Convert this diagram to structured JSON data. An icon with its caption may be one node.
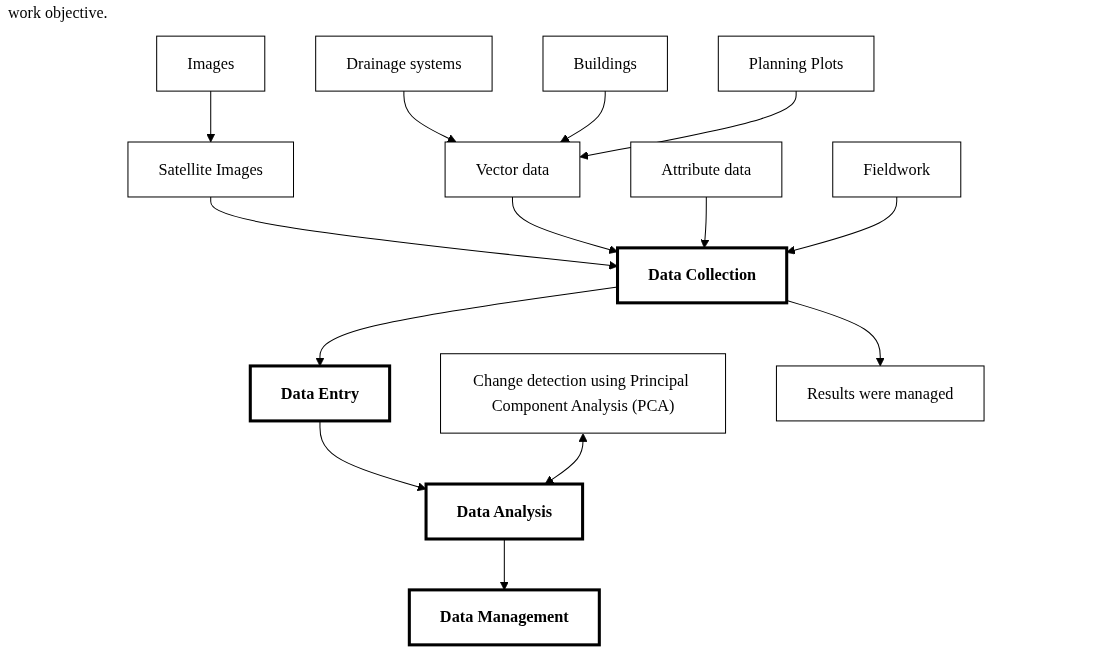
{
  "diagram": {
    "nodes": [
      {
        "text": [
          "Images"
        ]
      },
      {
        "text": [
          "Drainage systems"
        ]
      },
      {
        "text": [
          "Satellite Images"
        ]
      },
      {
        "text": [
          "Buildings"
        ]
      },
      {
        "text": [
          "Vector data"
        ]
      },
      {
        "text": [
          "Planning Plots"
        ]
      },
      {
        "text": [
          "Attribute data"
        ]
      },
      {
        "text": [
          "Data Collection"
        ]
      },
      {
        "text": [
          "Fieldwork"
        ]
      },
      {
        "text": [
          "Data Entry"
        ]
      },
      {
        "text": [
          "Change detection using Principal Component Analysis (PCA)"
        ]
      },
      {
        "text": [
          "Data Analysis"
        ]
      },
      {
        "text": [
          "Results were managed"
        ]
      },
      {
        "text": [
          "Data Management"
        ]
      }
    ],
    "edges": [
      {
        "from": 0,
        "to": 2,
        "arrow": "to"
      },
      {
        "from": 1,
        "to": 4,
        "arrow": "to"
      },
      {
        "from": 3,
        "to": 4,
        "arrow": "to"
      },
      {
        "from": 5,
        "to": 4,
        "arrow": "to"
      },
      {
        "from": 2,
        "to": 7,
        "arrow": "to"
      },
      {
        "from": 4,
        "to": 7,
        "arrow": "to"
      },
      {
        "from": 6,
        "to": 7,
        "arrow": "to"
      },
      {
        "from": 8,
        "to": 7,
        "arrow": "to"
      },
      {
        "from": 7,
        "to": 9,
        "arrow": "to"
      },
      {
        "from": 7,
        "to": 12,
        "arrow": "to"
      },
      {
        "from": 9,
        "to": 11,
        "arrow": "to"
      },
      {
        "from": 10,
        "to": 11,
        "arrow": "both"
      },
      {
        "from": 11,
        "to": 13,
        "arrow": "to"
      }
    ],
    "labels": [
      "work objective."
    ]
  }
}
